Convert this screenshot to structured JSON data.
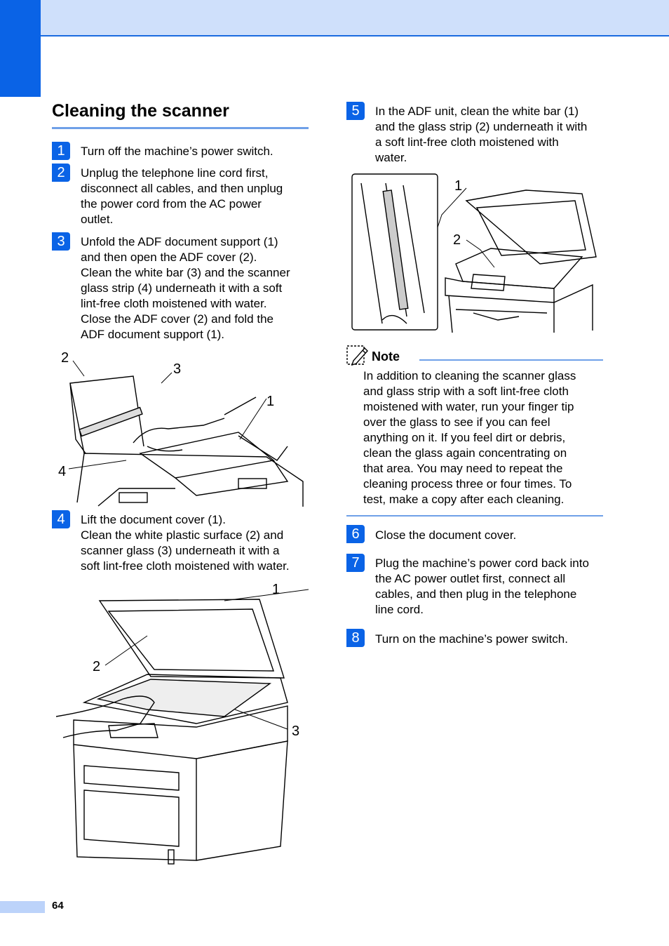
{
  "page": {
    "title": "Cleaning the scanner",
    "page_number": "64",
    "accent_color": "#0a63e6",
    "band_color": "#cfe0fb"
  },
  "steps": [
    {
      "num": "1",
      "lines": [
        "Turn off the machine’s power switch."
      ]
    },
    {
      "num": "2",
      "lines": [
        "Unplug the telephone line cord first,",
        "disconnect all cables, and then unplug",
        "the power cord from the AC power",
        "outlet."
      ]
    },
    {
      "num": "3",
      "lines": [
        "Unfold the ADF document support (1)",
        "and then open the ADF cover (2).",
        "Clean the white bar (3) and the scanner",
        "glass strip (4) underneath it with a soft",
        "lint-free cloth moistened with water.",
        "Close the ADF cover (2) and fold the",
        "ADF document support (1)."
      ]
    },
    {
      "num": "4",
      "lines": [
        "Lift the document cover (1).",
        "Clean the white plastic surface (2) and",
        "scanner glass (3) underneath it with a",
        "soft lint-free cloth moistened with water."
      ]
    },
    {
      "num": "5",
      "lines": [
        "In the ADF unit, clean the white bar (1)",
        "and the glass strip (2) underneath it with",
        "a soft lint-free cloth moistened with",
        "water."
      ]
    },
    {
      "num": "6",
      "lines": [
        "Close the document cover."
      ]
    },
    {
      "num": "7",
      "lines": [
        "Plug the machine’s power cord back into",
        "the AC power outlet first, connect all",
        "cables, and then plug in the telephone",
        "line cord."
      ]
    },
    {
      "num": "8",
      "lines": [
        "Turn on the machine’s power switch."
      ]
    }
  ],
  "figures": {
    "fig_adf_open": {
      "callouts": [
        "2",
        "3",
        "1",
        "4"
      ]
    },
    "fig_cover_lifted": {
      "callouts": [
        "1",
        "2",
        "3"
      ]
    },
    "fig_adf_unit": {
      "callouts": [
        "1",
        "2"
      ]
    }
  },
  "note": {
    "label": "Note",
    "icon": "note-pencil-icon",
    "lines": [
      "In addition to cleaning the scanner glass",
      "and glass strip with a soft lint-free cloth",
      "moistened with water, run your finger tip",
      "over the glass to see if you can feel",
      "anything on it. If you feel dirt or debris,",
      "clean the glass again concentrating on",
      "that area. You may need to repeat the",
      "cleaning process three or four times. To",
      "test, make a copy after each cleaning."
    ]
  }
}
